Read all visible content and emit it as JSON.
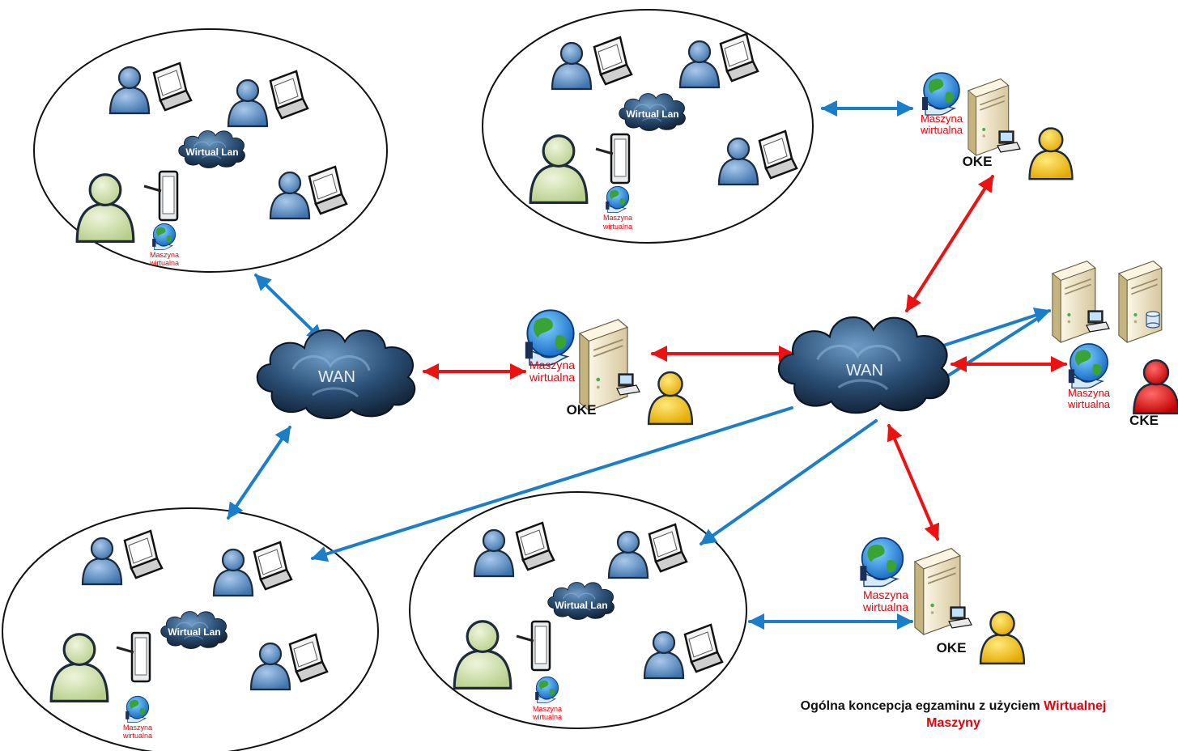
{
  "colors": {
    "link_blue": "#1b7ec9",
    "link_red": "#ee1111",
    "vm_label": "#e8000b",
    "person_blue": "#5a8fc6",
    "person_green": "#cddfa8",
    "person_yellow": "#f2c200",
    "person_red": "#e01010",
    "server": "#ede3c6",
    "cloud": "#1d3550"
  },
  "icons": [
    "user-icon",
    "laptop-icon",
    "tablet-icon",
    "globe-vm-icon",
    "server-icon",
    "database-server-icon",
    "cloud-icon"
  ],
  "labels": {
    "wan": "WAN",
    "virtual_lan": "Wirtual Lan",
    "vm_line1": "Maszyna",
    "vm_line2": "wirtualna",
    "oke": "OKE",
    "cke": "CKE"
  },
  "caption": {
    "text": "Ogólna koncepcja egzaminu z użyciem",
    "highlight": "Wirtualnej",
    "line2": "Maszyny"
  }
}
